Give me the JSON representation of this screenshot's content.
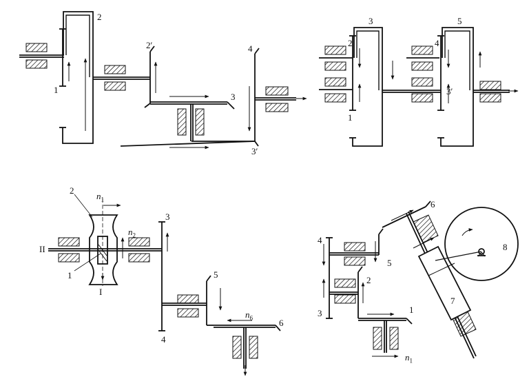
{
  "diagrams": [
    {
      "labels": {
        "g1": "1",
        "g2": "2",
        "g2p": "2′",
        "g3": "3",
        "g3p": "3′",
        "g4": "4"
      }
    },
    {
      "labels": {
        "g1": "1",
        "g2": "2",
        "g3": "3",
        "g3p": "3′",
        "g4": "4",
        "g5": "5"
      }
    },
    {
      "labels": {
        "g1": "1",
        "g2": "2",
        "g3": "3",
        "g4": "4",
        "g5": "5",
        "g6": "6",
        "shaft_I": "I",
        "shaft_II": "II",
        "n1": "n",
        "n1_sub": "1",
        "n2": "n",
        "n2_sub": "2",
        "n6": "n",
        "n6_sub": "6"
      }
    },
    {
      "labels": {
        "g1": "1",
        "g2": "2",
        "g3": "3",
        "g4": "4",
        "g5": "5",
        "g6": "6",
        "g7": "7",
        "g8": "8",
        "n1": "n",
        "n1_sub": "1"
      }
    }
  ]
}
